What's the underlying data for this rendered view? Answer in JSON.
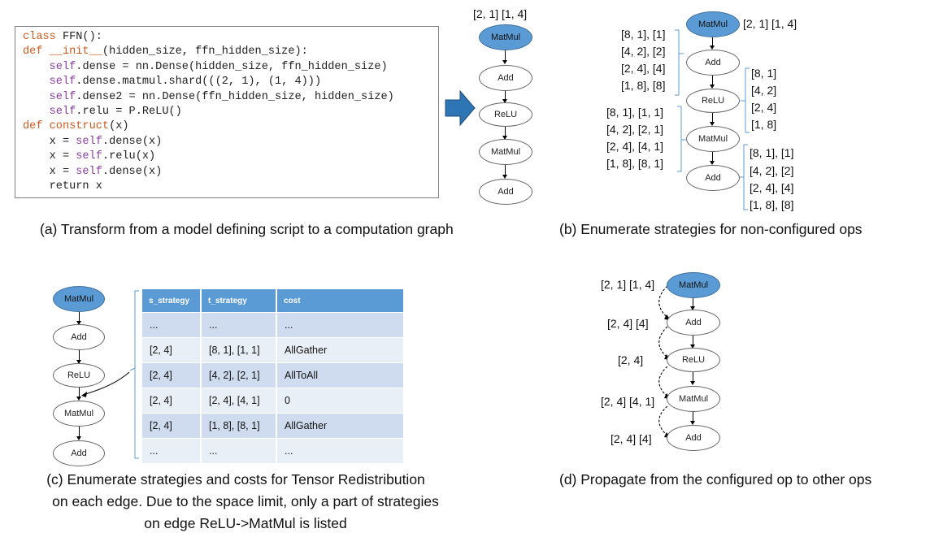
{
  "code": {
    "lines": [
      [
        {
          "t": "class ",
          "c": "kw"
        },
        {
          "t": "FFN():",
          "c": ""
        }
      ],
      [
        {
          "t": "def ",
          "c": "kw"
        },
        {
          "t": "__init__",
          "c": "kw"
        },
        {
          "t": "(hidden_size, ffn_hidden_size):",
          "c": ""
        }
      ],
      [
        {
          "t": "    ",
          "c": ""
        },
        {
          "t": "self",
          "c": "slf"
        },
        {
          "t": ".dense = nn.Dense(hidden_size, ffn_hidden_size)",
          "c": ""
        }
      ],
      [
        {
          "t": "    ",
          "c": ""
        },
        {
          "t": "self",
          "c": "slf"
        },
        {
          "t": ".dense.matmul.shard(((2, 1), (1, 4)))",
          "c": ""
        }
      ],
      [
        {
          "t": "    ",
          "c": ""
        },
        {
          "t": "self",
          "c": "slf"
        },
        {
          "t": ".dense2 = nn.Dense(ffn_hidden_size, hidden_size)",
          "c": ""
        }
      ],
      [
        {
          "t": "    ",
          "c": ""
        },
        {
          "t": "self",
          "c": "slf"
        },
        {
          "t": ".relu = P.ReLU()",
          "c": ""
        }
      ],
      [
        {
          "t": "def ",
          "c": "kw"
        },
        {
          "t": "construct",
          "c": "kw"
        },
        {
          "t": "(x)",
          "c": ""
        }
      ],
      [
        {
          "t": "    x = ",
          "c": ""
        },
        {
          "t": "self",
          "c": "slf"
        },
        {
          "t": ".dense(x)",
          "c": ""
        }
      ],
      [
        {
          "t": "    x = ",
          "c": ""
        },
        {
          "t": "self",
          "c": "slf"
        },
        {
          "t": ".relu(x)",
          "c": ""
        }
      ],
      [
        {
          "t": "    x = ",
          "c": ""
        },
        {
          "t": "self",
          "c": "slf"
        },
        {
          "t": ".dense(x)",
          "c": ""
        }
      ],
      [
        {
          "t": "    return x",
          "c": ""
        }
      ]
    ]
  },
  "nodes": {
    "matmul": "MatMul",
    "add": "Add",
    "relu": "ReLU"
  },
  "panel_a": {
    "top_label": "[2, 1] [1, 4]",
    "caption": "(a) Transform from a model defining script to a computation graph"
  },
  "panel_b": {
    "top_label": "[2, 1] [1, 4]",
    "left1": [
      "[8, 1], [1]",
      "[4, 2], [2]",
      "[2, 4], [4]",
      "[1, 8], [8]"
    ],
    "right1": [
      "[8, 1]",
      "[4, 2]",
      "[2, 4]",
      "[1, 8]"
    ],
    "left2": [
      "[8, 1], [1, 1]",
      "[4, 2], [2, 1]",
      "[2, 4], [4, 1]",
      "[1, 8], [8, 1]"
    ],
    "right2": [
      "[8, 1], [1]",
      "[4, 2], [2]",
      "[2, 4], [4]",
      "[1, 8], [8]"
    ],
    "caption": "(b) Enumerate strategies for non-configured ops"
  },
  "panel_c": {
    "table": {
      "headers": [
        "s_strategy",
        "t_strategy",
        "cost"
      ],
      "rows": [
        [
          "...",
          "...",
          "..."
        ],
        [
          "[2, 4]",
          "[8, 1], [1, 1]",
          "AllGather"
        ],
        [
          "[2, 4]",
          "[4, 2], [2, 1]",
          "AllToAll"
        ],
        [
          "[2, 4]",
          "[2, 4], [4, 1]",
          "0"
        ],
        [
          "[2, 4]",
          "[1, 8], [8, 1]",
          "AllGather"
        ],
        [
          "...",
          "...",
          "..."
        ]
      ]
    },
    "caption_lines": [
      "(c) Enumerate strategies and costs for Tensor Redistribution",
      "on each edge. Due to the space limit, only a part of strategies",
      "on edge ReLU->MatMul is listed"
    ]
  },
  "panel_d": {
    "labels": [
      "[2, 1] [1, 4]",
      "[2, 4] [4]",
      "[2, 4]",
      "[2, 4] [4, 1]",
      "[2, 4] [4]"
    ],
    "caption": "(d) Propagate from the configured op to other ops"
  },
  "colors": {
    "node_blue": "#5b9bd5",
    "arrow_blue": "#2e75b6",
    "keyword": "#cc5a1e",
    "self": "#8a3ea0",
    "bracket": "#5b9bd5"
  }
}
